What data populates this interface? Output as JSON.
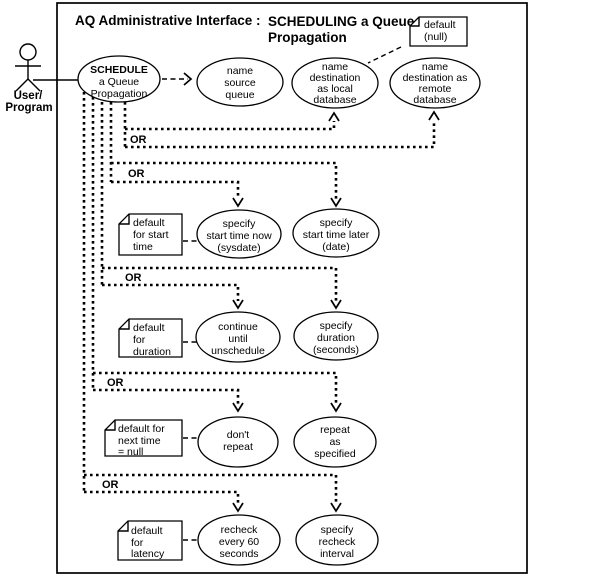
{
  "colors": {
    "ink": "#000000",
    "background": "#ffffff"
  },
  "title": {
    "prefix": "AQ Administrative Interface :",
    "line1": "SCHEDULING a Queue",
    "line2": "Propagation"
  },
  "actor": {
    "label_line1": "User/",
    "label_line2": "Program"
  },
  "labels": {
    "or": "OR"
  },
  "usecases": {
    "schedule": {
      "lines": [
        "SCHEDULE",
        "a Queue",
        "Propagation"
      ]
    },
    "name_source_queue": {
      "lines": [
        "name",
        "source",
        "queue"
      ]
    },
    "name_dest_local": {
      "lines": [
        "name",
        "destination",
        "as local",
        "database"
      ]
    },
    "name_dest_remote": {
      "lines": [
        "name",
        "destination as",
        "remote",
        "database"
      ]
    },
    "start_time_now": {
      "lines": [
        "specify",
        "start time now",
        "(sysdate)"
      ]
    },
    "start_time_later": {
      "lines": [
        "specify",
        "start time later",
        "(date)"
      ]
    },
    "continue_until_unschedule": {
      "lines": [
        "continue",
        "until",
        "unschedule"
      ]
    },
    "specify_duration": {
      "lines": [
        "specify",
        "duration",
        "(seconds)"
      ]
    },
    "dont_repeat": {
      "lines": [
        "don't",
        "repeat"
      ]
    },
    "repeat_as_specified": {
      "lines": [
        "repeat",
        "as",
        "specified"
      ]
    },
    "recheck_every_60": {
      "lines": [
        "recheck",
        "every 60",
        "seconds"
      ]
    },
    "specify_recheck_interval": {
      "lines": [
        "specify",
        "recheck",
        "interval"
      ]
    }
  },
  "notes": {
    "default_null": {
      "lines": [
        "default",
        "(null)"
      ]
    },
    "default_start_time": {
      "lines": [
        "default",
        "for start",
        "time"
      ]
    },
    "default_duration": {
      "lines": [
        "default",
        "for",
        "duration"
      ]
    },
    "default_next_time": {
      "lines": [
        "default for",
        "next time",
        "= null"
      ]
    },
    "default_latency": {
      "lines": [
        "default",
        "for",
        "latency"
      ]
    }
  }
}
